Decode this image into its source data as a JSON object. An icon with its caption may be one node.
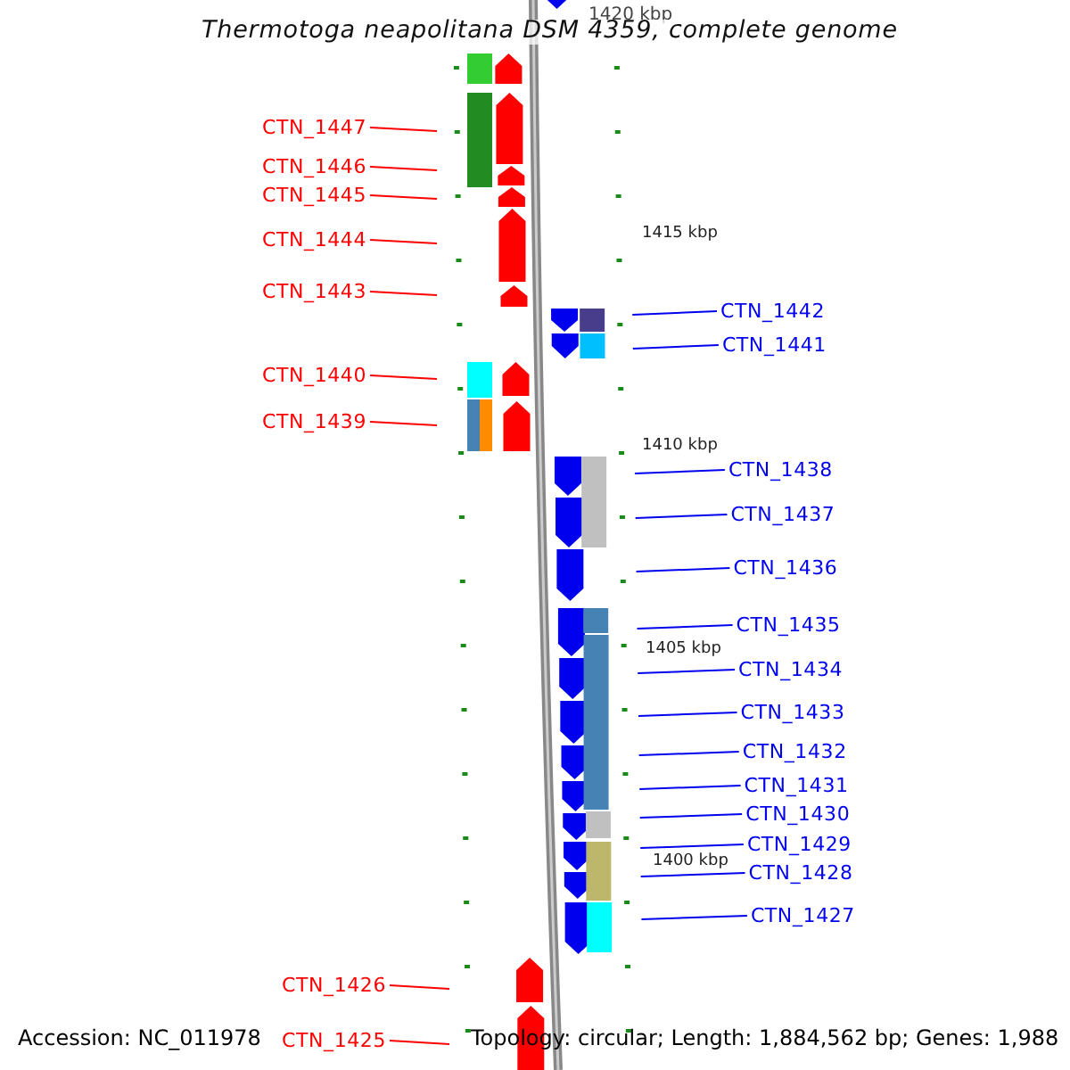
{
  "diagram": {
    "title": "Thermotoga neapolitana DSM 4359, complete genome",
    "nodes": [
      {
        "text": [
          "CTN_1447"
        ]
      },
      {
        "text": [
          "CTN_1446"
        ]
      },
      {
        "text": [
          "CTN_1445"
        ]
      },
      {
        "text": [
          "CTN_1444"
        ]
      },
      {
        "text": [
          "CTN_1443"
        ]
      },
      {
        "text": [
          "CTN_1442"
        ]
      },
      {
        "text": [
          "CTN_1441"
        ]
      },
      {
        "text": [
          "CTN_1440"
        ]
      },
      {
        "text": [
          "CTN_1439"
        ]
      },
      {
        "text": [
          "CTN_1438"
        ]
      },
      {
        "text": [
          "CTN_1437"
        ]
      },
      {
        "text": [
          "CTN_1436"
        ]
      },
      {
        "text": [
          "CTN_1435"
        ]
      },
      {
        "text": [
          "CTN_1434"
        ]
      },
      {
        "text": [
          "CTN_1433"
        ]
      },
      {
        "text": [
          "CTN_1432"
        ]
      },
      {
        "text": [
          "CTN_1431"
        ]
      },
      {
        "text": [
          "CTN_1430"
        ]
      },
      {
        "text": [
          "CTN_1429"
        ]
      },
      {
        "text": [
          "CTN_1428"
        ]
      },
      {
        "text": [
          "CTN_1427"
        ]
      },
      {
        "text": [
          "CTN_1426"
        ]
      },
      {
        "text": [
          "CTN_1425"
        ]
      }
    ],
    "edges": [
      {
        "from": 0,
        "to": null,
        "arrow": "none",
        "color": "#ff0000"
      },
      {
        "from": 1,
        "to": null,
        "arrow": "none",
        "color": "#ff0000"
      },
      {
        "from": 2,
        "to": null,
        "arrow": "none",
        "color": "#ff0000"
      },
      {
        "from": 3,
        "to": null,
        "arrow": "none",
        "color": "#ff0000"
      },
      {
        "from": 4,
        "to": null,
        "arrow": "none",
        "color": "#ff0000"
      },
      {
        "from": 5,
        "to": null,
        "arrow": "none"
      },
      {
        "from": 6,
        "to": null,
        "arrow": "none"
      },
      {
        "from": 7,
        "to": null,
        "arrow": "none",
        "color": "#ff0000"
      },
      {
        "from": 8,
        "to": null,
        "arrow": "none",
        "color": "#ff0000"
      },
      {
        "from": 9,
        "to": null,
        "arrow": "none"
      },
      {
        "from": 10,
        "to": null,
        "arrow": "none"
      },
      {
        "from": 11,
        "to": null,
        "arrow": "none"
      },
      {
        "from": 12,
        "to": null,
        "arrow": "none"
      },
      {
        "from": 13,
        "to": null,
        "arrow": "none"
      },
      {
        "from": 14,
        "to": null,
        "arrow": "none"
      },
      {
        "from": 15,
        "to": null,
        "arrow": "none"
      },
      {
        "from": 16,
        "to": null,
        "arrow": "none"
      },
      {
        "from": 17,
        "to": null,
        "arrow": "none"
      },
      {
        "from": 18,
        "to": null,
        "arrow": "none"
      },
      {
        "from": 19,
        "to": null,
        "arrow": "none"
      },
      {
        "from": 20,
        "to": null,
        "arrow": "none"
      },
      {
        "from": 21,
        "to": null,
        "arrow": "none",
        "color": "#ff0000"
      },
      {
        "from": 22,
        "to": null,
        "arrow": "none",
        "color": "#ff0000"
      }
    ],
    "labels": [
      "1420 kbp",
      "1415 kbp",
      "1410 kbp",
      "1405 kbp",
      "1400 kbp",
      "Accession: NC_011978",
      "Topology: circular; Length: 1,884,562 bp; Genes: 1,988"
    ]
  }
}
